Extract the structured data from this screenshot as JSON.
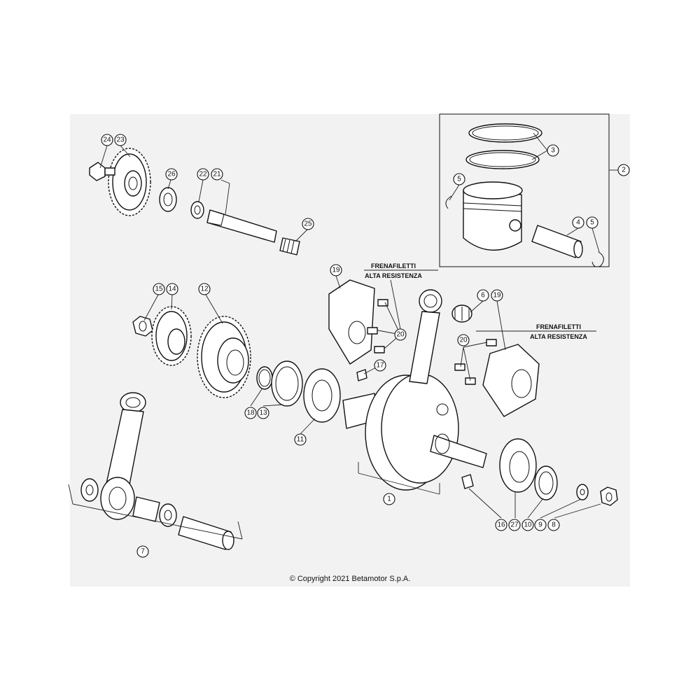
{
  "diagram": {
    "callouts": [
      {
        "id": "c-24",
        "label": "24"
      },
      {
        "id": "c-23",
        "label": "23"
      },
      {
        "id": "c-26",
        "label": "26"
      },
      {
        "id": "c-22",
        "label": "22"
      },
      {
        "id": "c-21",
        "label": "21"
      },
      {
        "id": "c-25",
        "label": "25"
      },
      {
        "id": "c-3",
        "label": "3"
      },
      {
        "id": "c-2",
        "label": "2"
      },
      {
        "id": "c-5a",
        "label": "5"
      },
      {
        "id": "c-4",
        "label": "4"
      },
      {
        "id": "c-5b",
        "label": "5"
      },
      {
        "id": "c-19a",
        "label": "19"
      },
      {
        "id": "c-15",
        "label": "15"
      },
      {
        "id": "c-14",
        "label": "14"
      },
      {
        "id": "c-12",
        "label": "12"
      },
      {
        "id": "c-6",
        "label": "6"
      },
      {
        "id": "c-19b",
        "label": "19"
      },
      {
        "id": "c-20a",
        "label": "20"
      },
      {
        "id": "c-20b",
        "label": "20"
      },
      {
        "id": "c-17",
        "label": "17"
      },
      {
        "id": "c-18",
        "label": "18"
      },
      {
        "id": "c-13",
        "label": "13"
      },
      {
        "id": "c-11",
        "label": "11"
      },
      {
        "id": "c-1",
        "label": "1"
      },
      {
        "id": "c-16",
        "label": "16"
      },
      {
        "id": "c-27",
        "label": "27"
      },
      {
        "id": "c-10",
        "label": "10"
      },
      {
        "id": "c-9",
        "label": "9"
      },
      {
        "id": "c-8",
        "label": "8"
      },
      {
        "id": "c-7",
        "label": "7"
      }
    ],
    "notes": [
      {
        "line1": "FRENAFILETTI",
        "line2": "ALTA RESISTENZA"
      },
      {
        "line1": "FRENAFILETTI",
        "line2": "ALTA RESISTENZA"
      }
    ],
    "copyright": "© Copyright 2021 Betamotor S.p.A."
  }
}
